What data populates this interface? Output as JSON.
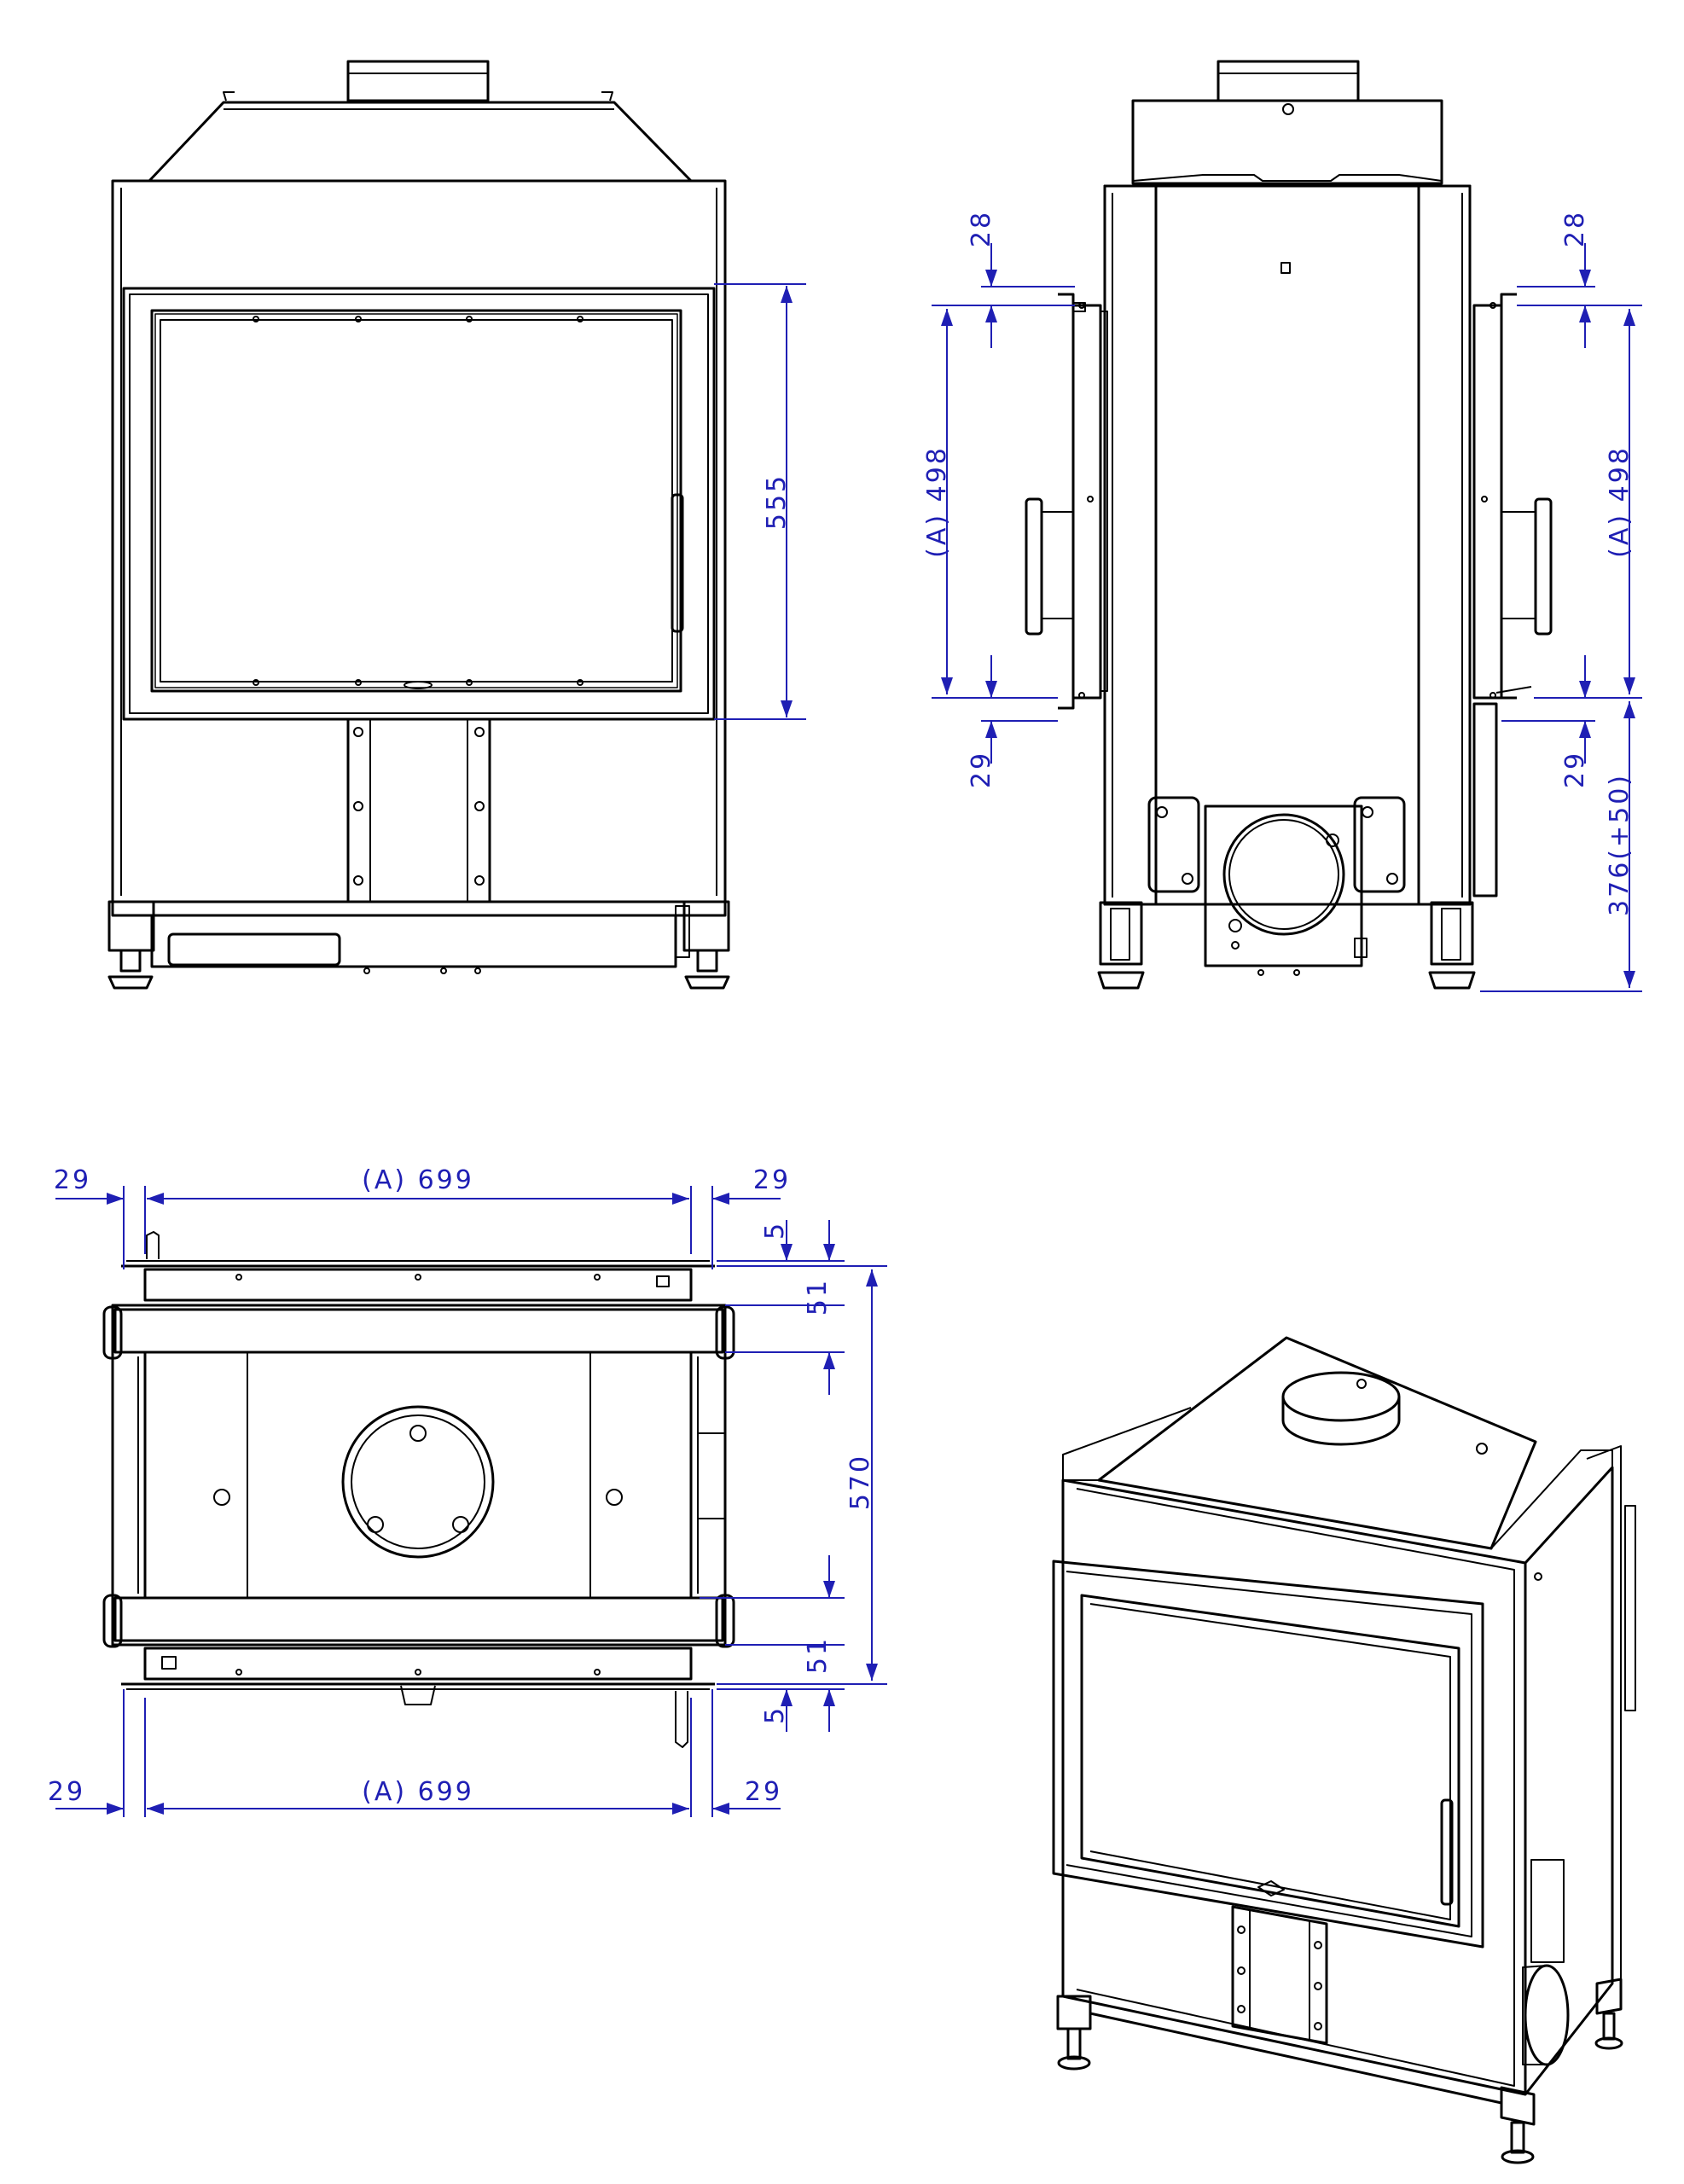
{
  "colors": {
    "line": "#000000",
    "dimension": "#1f1fb4",
    "background": "#ffffff"
  },
  "views": {
    "front": {
      "dim_height": "555"
    },
    "side": {
      "dim_top_offset_left": "28",
      "dim_door_left": "(A) 498",
      "dim_bottom_offset_left": "29",
      "dim_top_offset_right": "28",
      "dim_door_right": "(A) 498",
      "dim_bottom_offset_right": "29",
      "dim_base_height": "376(+50)"
    },
    "top": {
      "dim_left_top": "29",
      "dim_width_top": "(A) 699",
      "dim_right_top": "29",
      "dim_gap_top": "5",
      "dim_frame_top": "51",
      "dim_depth": "570",
      "dim_frame_bottom": "51",
      "dim_gap_bottom": "5",
      "dim_left_bottom": "29",
      "dim_width_bottom": "(A) 699",
      "dim_right_bottom": "29"
    },
    "iso": {}
  }
}
